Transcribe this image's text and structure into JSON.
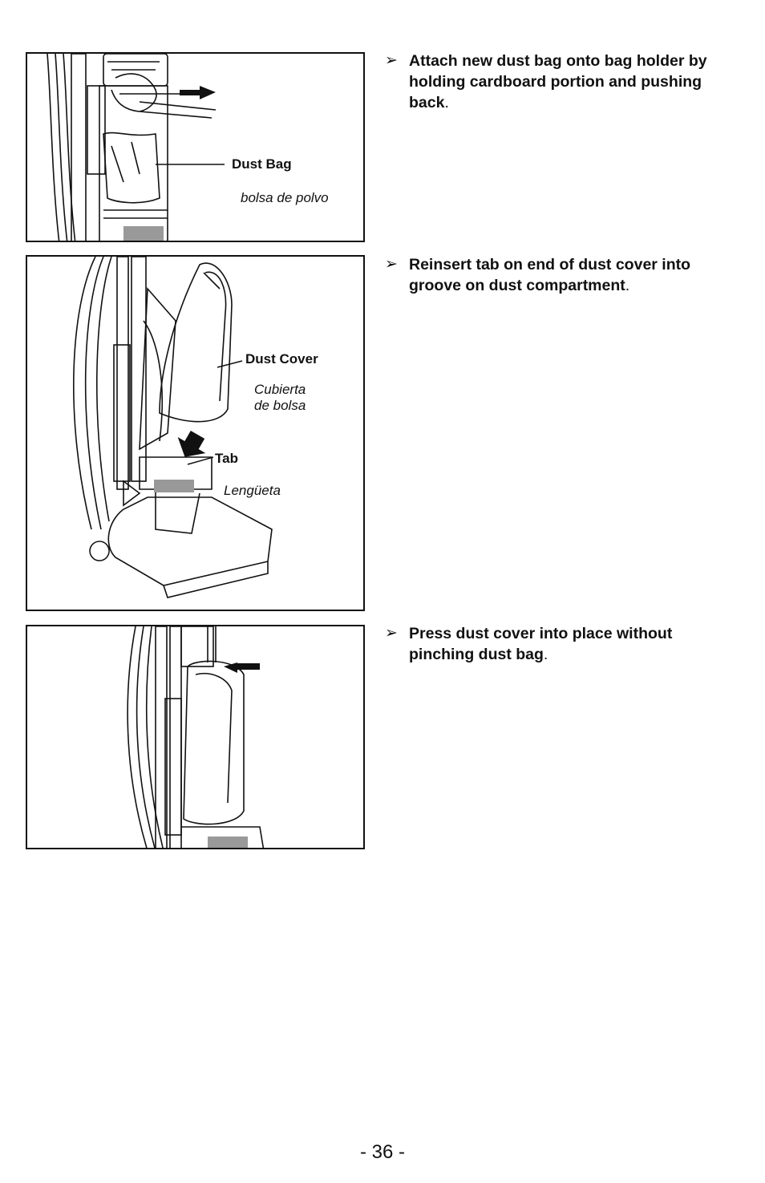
{
  "steps": [
    {
      "bullet": "➢",
      "text": "Attach new dust bag onto bag holder by holding cardboard portion and pushing back",
      "end": "."
    },
    {
      "bullet": "➢",
      "text": "Reinsert tab on end of dust cover into groove on dust compartment",
      "end": "."
    },
    {
      "bullet": "➢",
      "text": "Press dust cover into place without pinching dust bag",
      "end": "."
    }
  ],
  "figure1": {
    "label_en": "Dust Bag",
    "label_es": "bolsa de polvo"
  },
  "figure2": {
    "cover_en": "Dust Cover",
    "cover_es_1": "Cubierta",
    "cover_es_2": "de bolsa",
    "tab_en": "Tab",
    "tab_es": "Lengüeta"
  },
  "page_number": "- 36 -"
}
